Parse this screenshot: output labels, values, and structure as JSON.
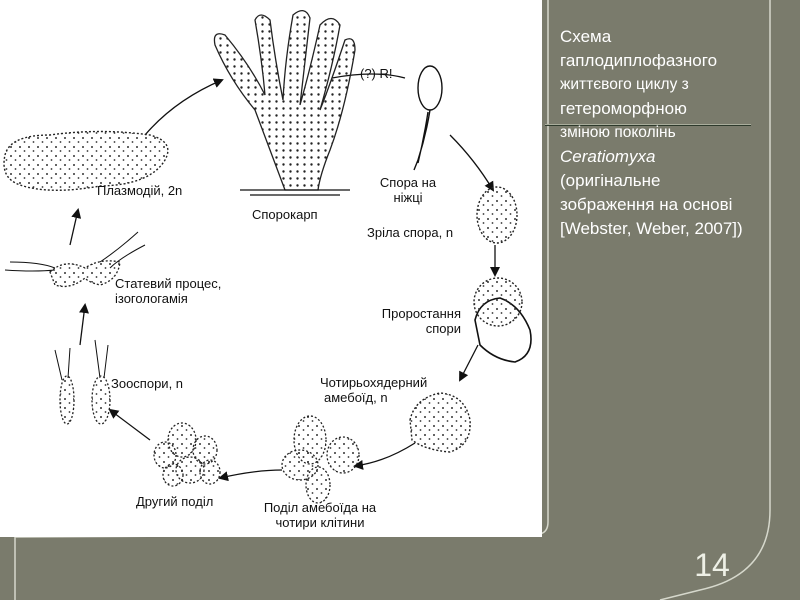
{
  "colors": {
    "background": "#7a7b6c",
    "panel": "#ffffff",
    "caption_text": "#ffffff",
    "outline": "#d6d8cc"
  },
  "caption": {
    "line1": "Схема",
    "line2": "гаплодиплофазного",
    "line3": "життєвого циклу з",
    "line4": "гетероморфною",
    "line5": "зміною поколінь",
    "line6": "Ceratiomyxa",
    "line7": "(оригінальне",
    "line8": "зображення на основі",
    "line9": "[Webster, Weber, 2007])"
  },
  "diagram": {
    "labels": {
      "plasmodium": "Плазмодій, 2n",
      "sporocarp": "Спорокарп",
      "meiosis": "(?) R!",
      "spore_stalk_1": "Спора на",
      "spore_stalk_2": "ніжці",
      "mature_spore": "Зріла спора, n",
      "germination_1": "Проростання",
      "germination_2": "спори",
      "amoeboid_1": "Чотирьохядерний",
      "amoeboid_2": "амебоїд, n",
      "division_1": "Поділ амебоїда на",
      "division_2": "чотири клітини",
      "second_division": "Другий поділ",
      "zoospores": "Зооспори, n",
      "sexual_process_1": "Статевий процес,",
      "sexual_process_2": "ізогологамія"
    }
  },
  "slide": {
    "page_number": "14"
  }
}
